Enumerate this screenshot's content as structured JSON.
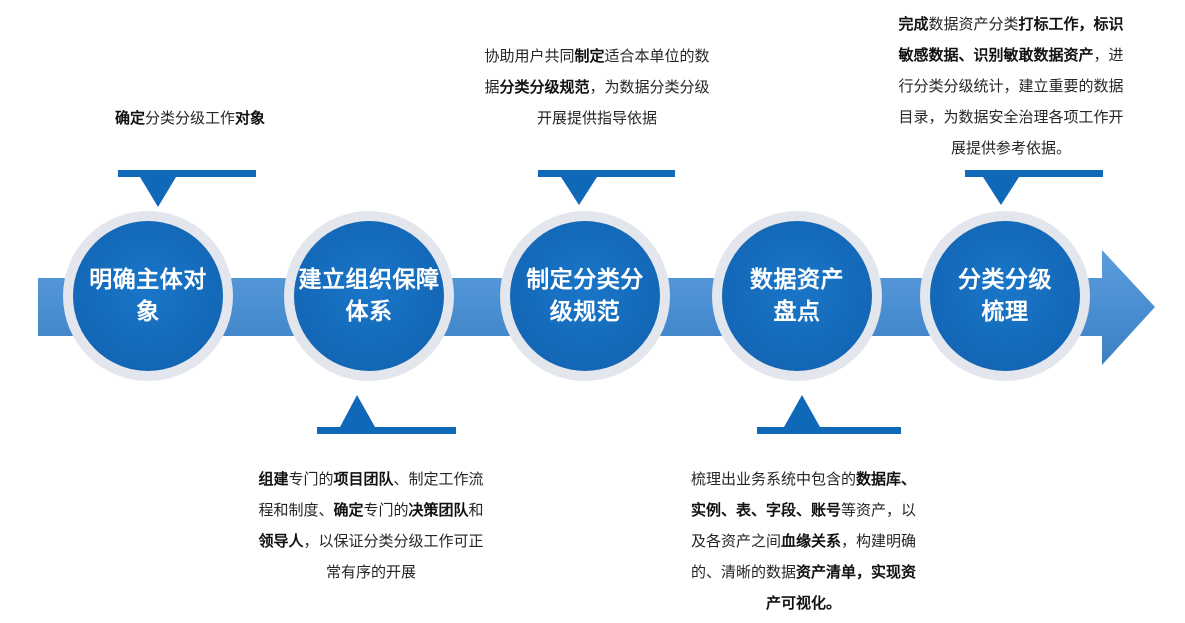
{
  "colors": {
    "arrow": "#4a8fd2",
    "circle_fill": "#1367b6",
    "circle_ring": "#e3e6ec",
    "callout": "#1068b8",
    "text": "#262626"
  },
  "steps": [
    {
      "label_lines": [
        "明确主体对",
        "象"
      ]
    },
    {
      "label_lines": [
        "建立组织保障",
        "体系"
      ]
    },
    {
      "label_lines": [
        "制定分类分",
        "级规范"
      ]
    },
    {
      "label_lines": [
        "数据资产",
        "盘点"
      ]
    },
    {
      "label_lines": [
        "分类分级",
        "梳理"
      ]
    }
  ],
  "descriptions": [
    {
      "lines": [
        [
          [
            "b",
            "确定"
          ],
          [
            "t",
            "分类分级工作"
          ],
          [
            "b",
            "对象"
          ]
        ]
      ]
    },
    {
      "lines": [
        [
          [
            "b",
            "组建"
          ],
          [
            "t",
            "专门的"
          ],
          [
            "b",
            "项目团队"
          ],
          [
            "t",
            "、制定工作流"
          ]
        ],
        [
          [
            "t",
            "程和制度、"
          ],
          [
            "b",
            "确定"
          ],
          [
            "t",
            "专门的"
          ],
          [
            "b",
            "决策团队"
          ],
          [
            "t",
            "和"
          ]
        ],
        [
          [
            "b",
            "领导人"
          ],
          [
            "t",
            "，以保证分类分级工作可正"
          ]
        ],
        [
          [
            "t",
            "常有序的开展"
          ]
        ]
      ]
    },
    {
      "lines": [
        [
          [
            "t",
            "协助用户共同"
          ],
          [
            "b",
            "制定"
          ],
          [
            "t",
            "适合本单位的数"
          ]
        ],
        [
          [
            "t",
            "据"
          ],
          [
            "b",
            "分类分级规范"
          ],
          [
            "t",
            "，为数据分类分级"
          ]
        ],
        [
          [
            "t",
            "开展提供指导依据"
          ]
        ]
      ]
    },
    {
      "lines": [
        [
          [
            "t",
            "梳理出业务系统中包含的"
          ],
          [
            "b",
            "数据库、"
          ]
        ],
        [
          [
            "b",
            "实例、表、字段、账号"
          ],
          [
            "t",
            "等资产，以"
          ]
        ],
        [
          [
            "t",
            "及各资产之间"
          ],
          [
            "b",
            "血缘关系"
          ],
          [
            "t",
            "，构建明确"
          ]
        ],
        [
          [
            "t",
            "的、清晰的数据"
          ],
          [
            "b",
            "资产清单，实现资"
          ]
        ],
        [
          [
            "b",
            "产可视化。"
          ]
        ]
      ]
    },
    {
      "lines": [
        [
          [
            "b",
            "完成"
          ],
          [
            "t",
            "数据资产分类"
          ],
          [
            "b",
            "打标工作，标识"
          ]
        ],
        [
          [
            "b",
            "敏感数据、识别敏敢数据资产"
          ],
          [
            "t",
            "，进"
          ]
        ],
        [
          [
            "t",
            "行分类分级统计，建立重要的数据"
          ]
        ],
        [
          [
            "t",
            "目录，为数据安全治理各项工作开"
          ]
        ],
        [
          [
            "t",
            "展提供参考依据。"
          ]
        ]
      ]
    }
  ]
}
